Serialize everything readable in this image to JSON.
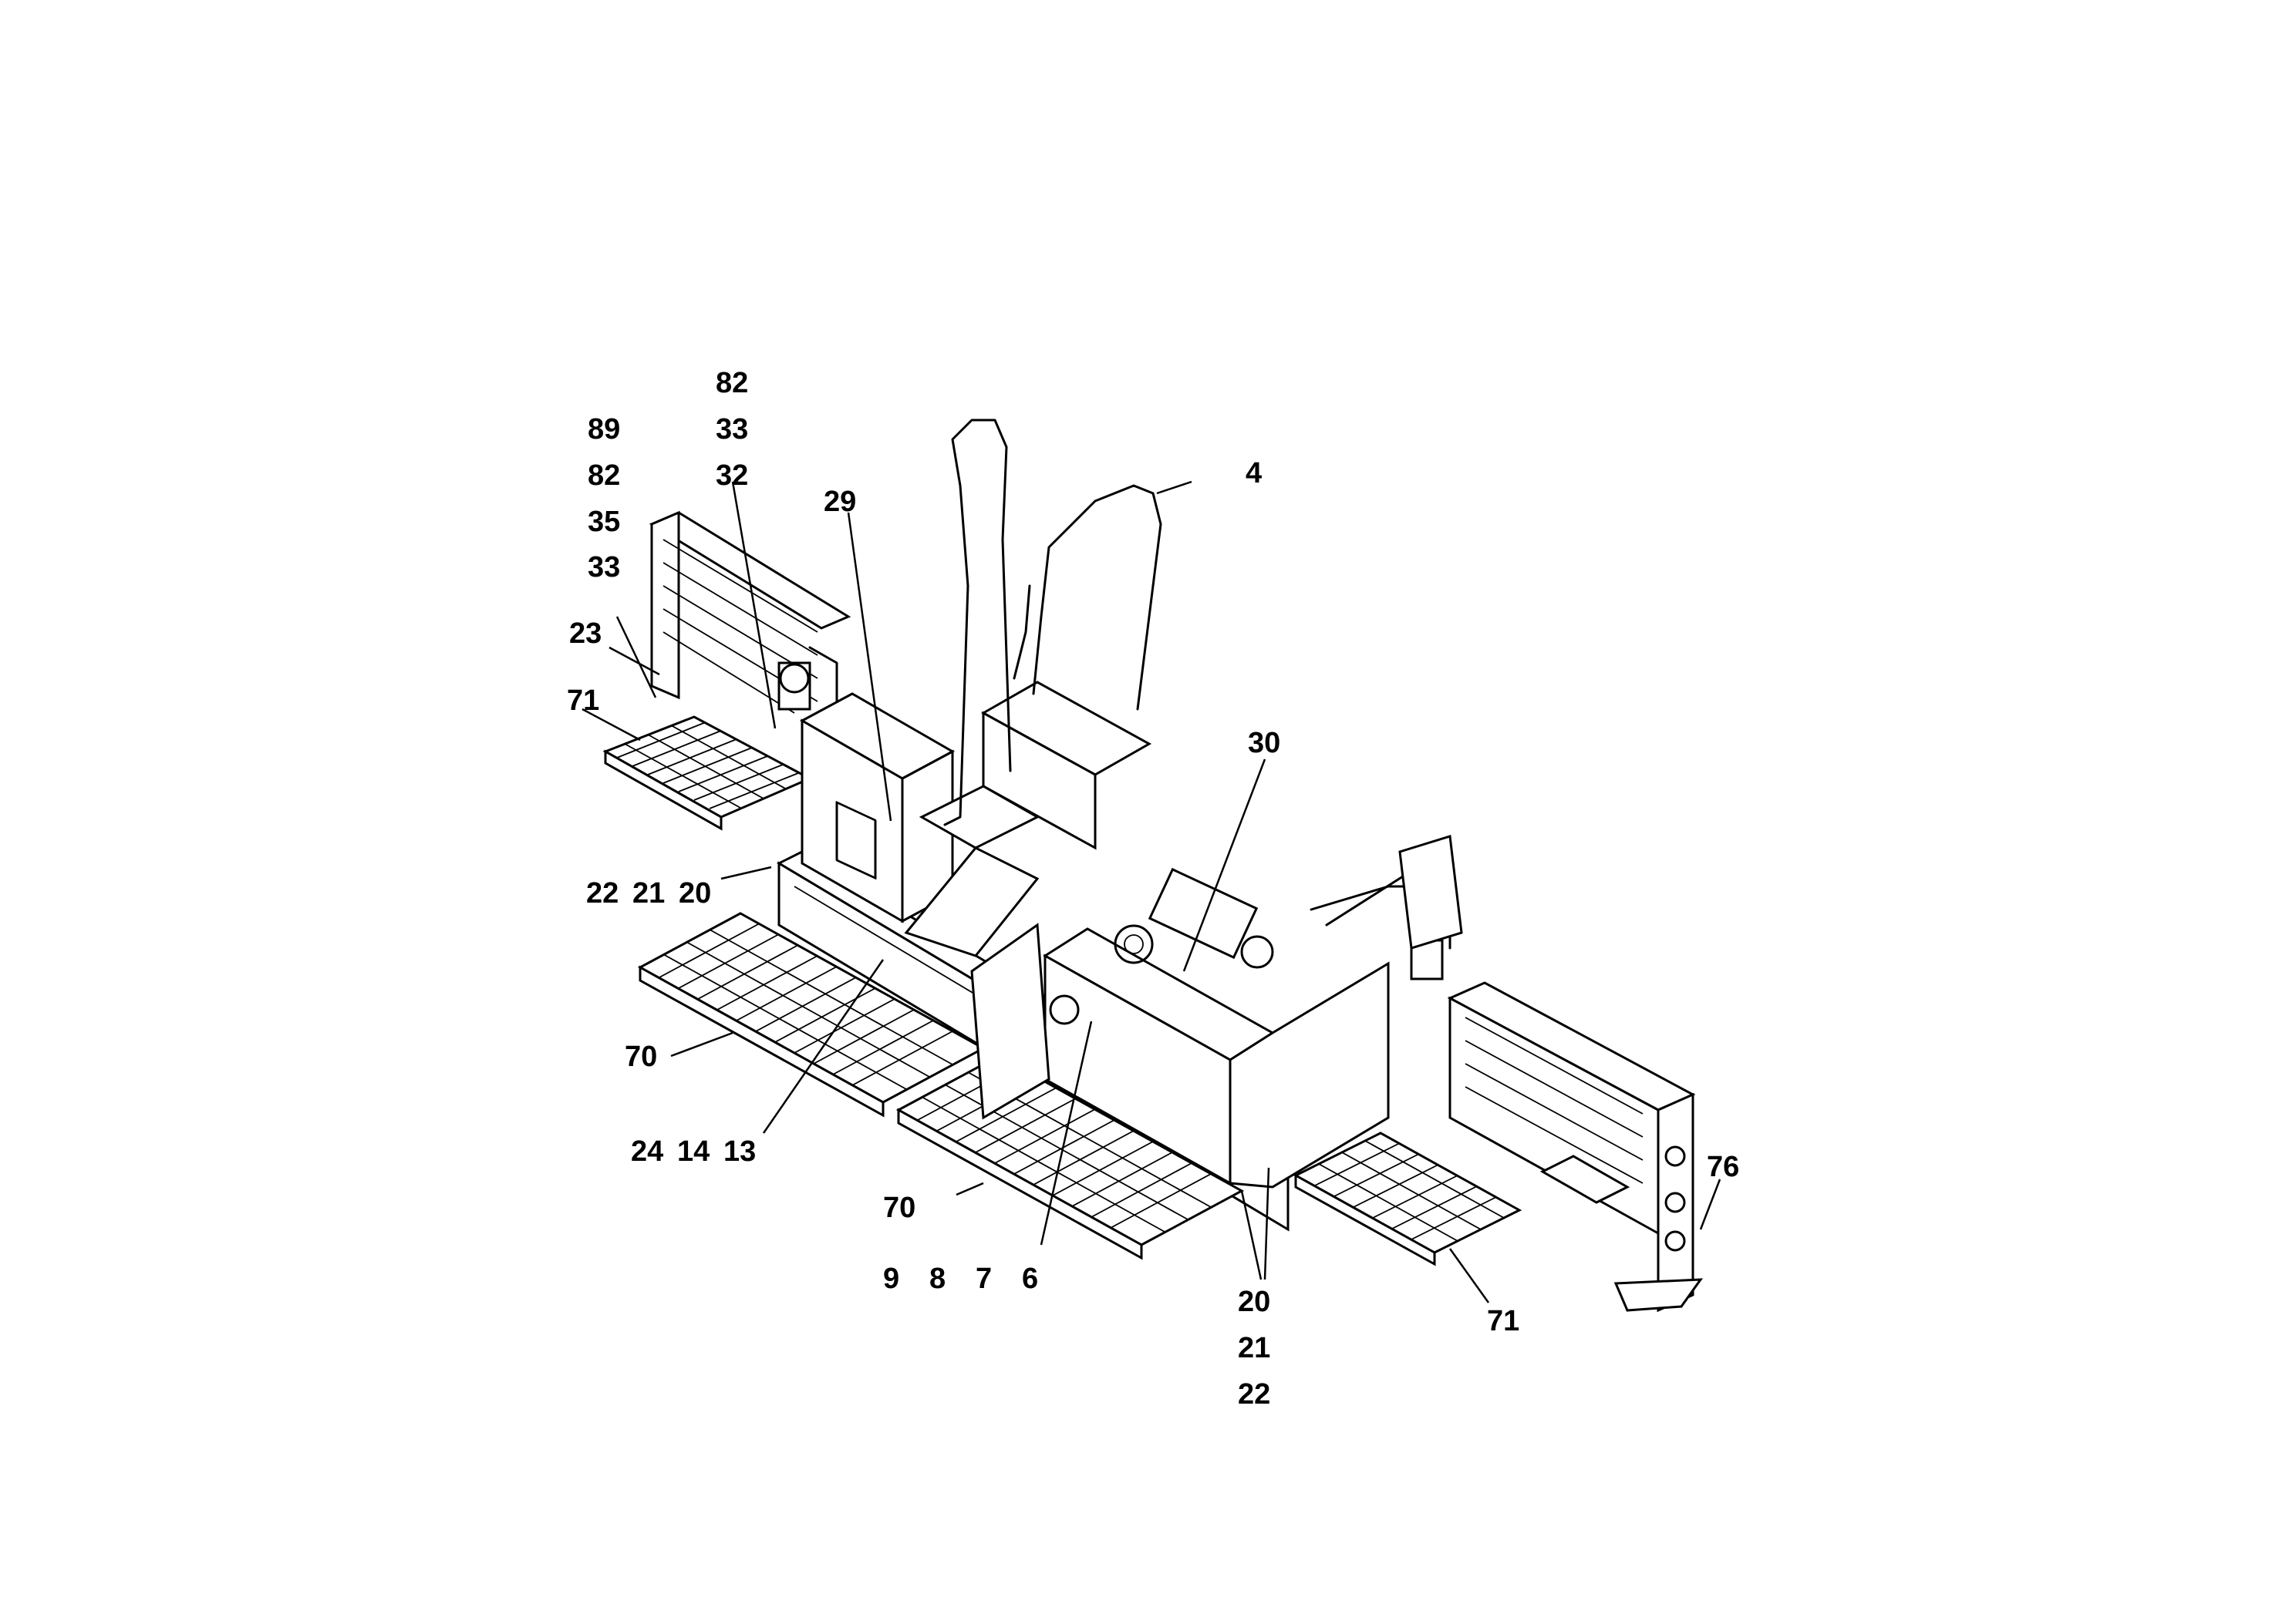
{
  "diagram": {
    "callouts": {
      "c4": "4",
      "c6": "6",
      "c7": "7",
      "c8": "8",
      "c9": "9",
      "c13": "13",
      "c14": "14",
      "c24": "24",
      "c20_left": "20",
      "c21_left": "21",
      "c22_left": "22",
      "c20_right": "20",
      "c21_right": "21",
      "c22_right": "22",
      "c23": "23",
      "c29": "29",
      "c30": "30",
      "c32": "32",
      "c33_top": "33",
      "c82_top": "82",
      "c33_left": "33",
      "c35": "35",
      "c82_left": "82",
      "c89": "89",
      "c70_left": "70",
      "c70_center": "70",
      "c71_left": "71",
      "c71_right": "71",
      "c76": "76"
    }
  }
}
